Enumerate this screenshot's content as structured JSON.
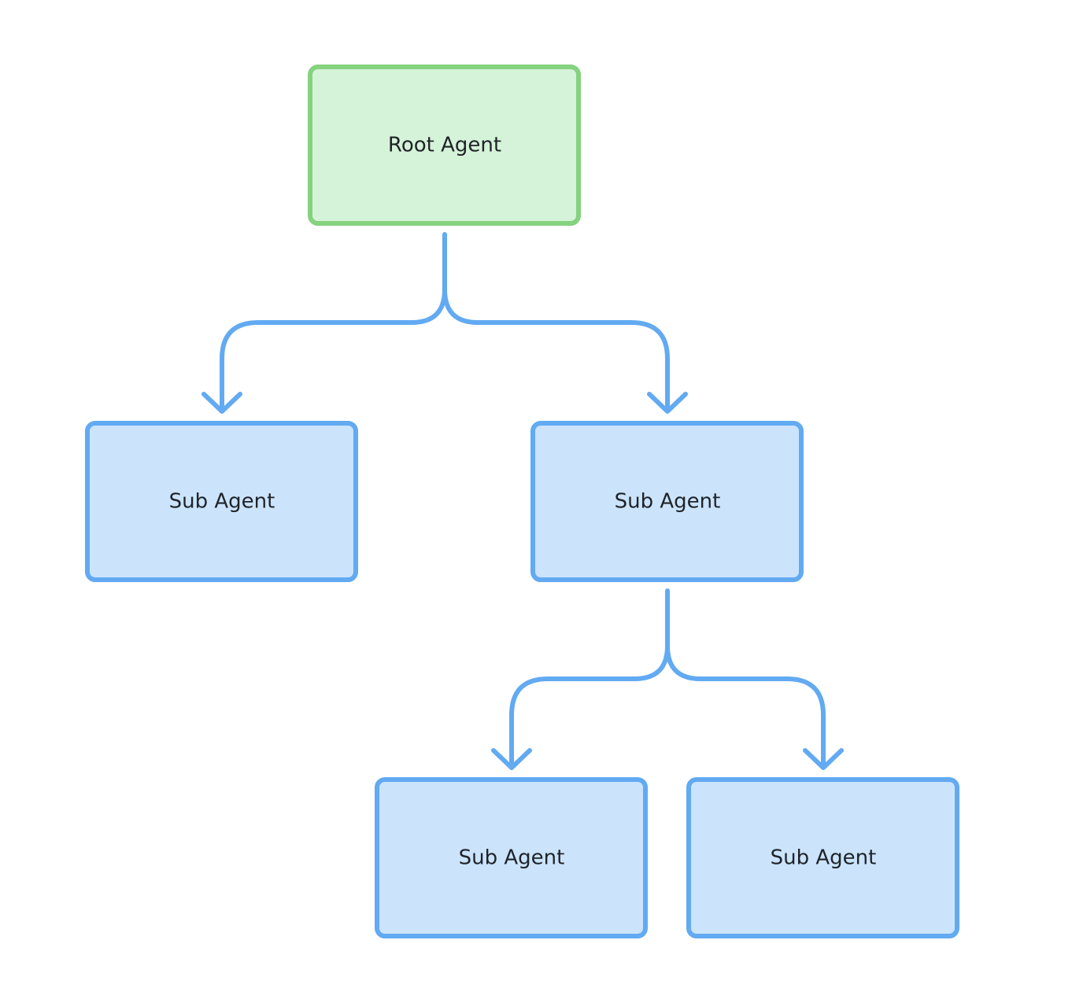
{
  "nodes": {
    "root": {
      "label": "Root Agent",
      "fill": "#d5f3d8",
      "stroke": "#85d27f"
    },
    "sub_left": {
      "label": "Sub Agent",
      "fill": "#cbe4fc",
      "stroke": "#62aaf2"
    },
    "sub_middle": {
      "label": "Sub Agent",
      "fill": "#cbe4fc",
      "stroke": "#62aaf2"
    },
    "sub_bottom_left": {
      "label": "Sub Agent",
      "fill": "#cbe4fc",
      "stroke": "#62aaf2"
    },
    "sub_bottom_right": {
      "label": "Sub Agent",
      "fill": "#cbe4fc",
      "stroke": "#62aaf2"
    }
  },
  "connectors": {
    "color": "#62aaf2"
  }
}
